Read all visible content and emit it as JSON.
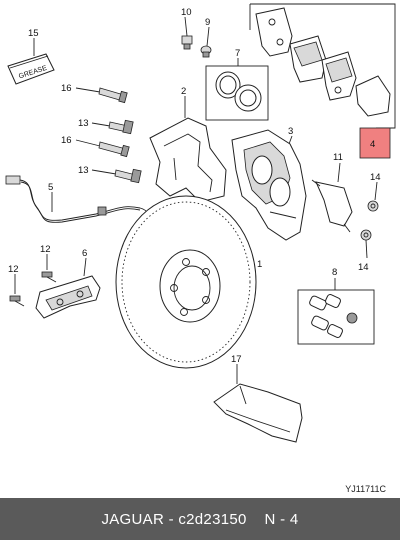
{
  "callouts": {
    "c1": "1",
    "c2": "2",
    "c3": "3",
    "c4": "4",
    "c5": "5",
    "c6": "6",
    "c7": "7",
    "c8": "8",
    "c9": "9",
    "c10": "10",
    "c11": "11",
    "c12a": "12",
    "c12b": "12",
    "c13a": "13",
    "c13b": "13",
    "c14a": "14",
    "c14b": "14",
    "c15": "15",
    "c16a": "16",
    "c16b": "16",
    "c17": "17"
  },
  "grease_label": "GREASE",
  "reference_code": "YJ11711C",
  "highlight_color": "#f08080",
  "footer": {
    "brand": "JAGUAR",
    "separator1": " - ",
    "part_number": "c2d23150",
    "separator2": "    ",
    "position": "N - 4"
  }
}
